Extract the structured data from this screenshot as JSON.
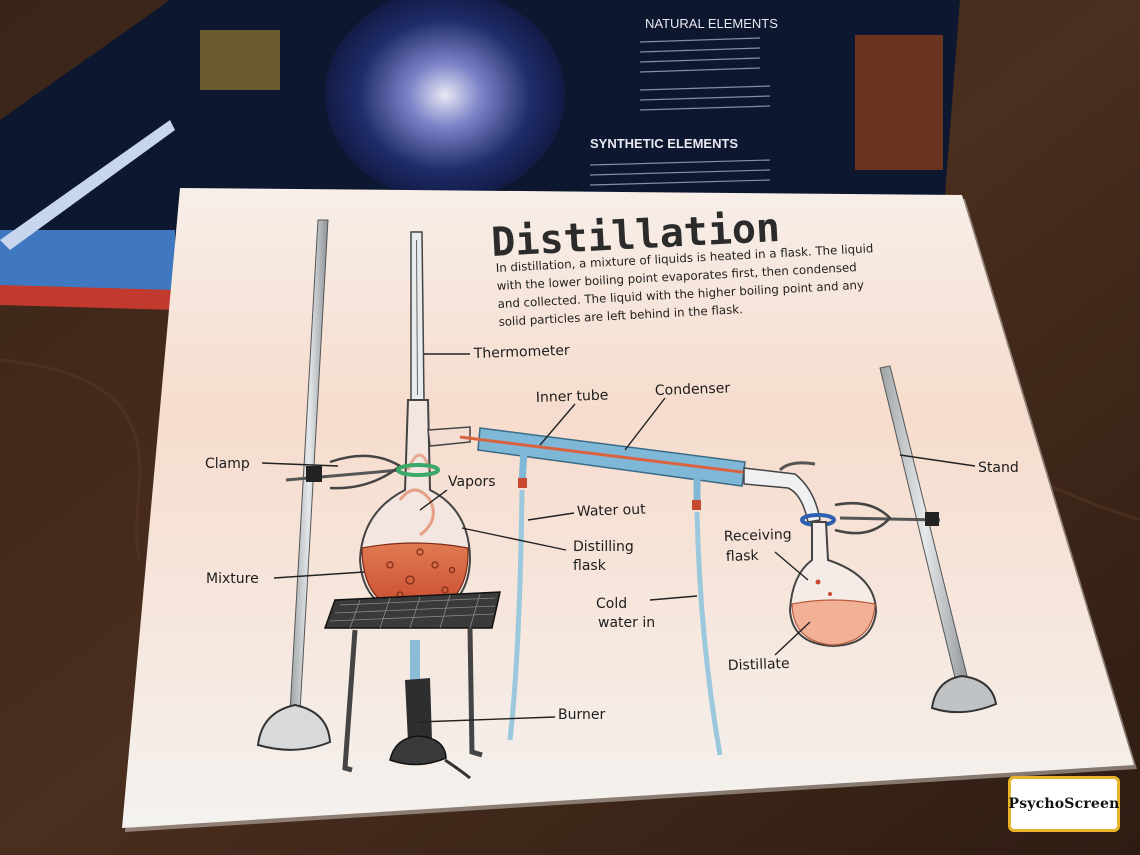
{
  "book": {
    "heading_natural": "NATURAL ELEMENTS",
    "heading_synthetic": "SYNTHETIC ELEMENTS"
  },
  "poster": {
    "title": "Distillation",
    "intro_lines": [
      "In distillation, a mixture of liquids is heated in a flask. The liquid",
      "with the lower boiling point evaporates first, then condensed",
      "and collected. The liquid with the higher boiling point and any",
      "solid particles are left behind in the flask."
    ],
    "labels": {
      "thermometer": "Thermometer",
      "inner_tube": "Inner tube",
      "condenser": "Condenser",
      "clamp": "Clamp",
      "vapors": "Vapors",
      "stand": "Stand",
      "water_out": "Water out",
      "distilling_1": "Distilling",
      "distilling_2": "flask",
      "receiving_1": "Receiving",
      "receiving_2": "flask",
      "mixture": "Mixture",
      "cold_1": "Cold",
      "cold_2": "water in",
      "distillate": "Distillate",
      "burner": "Burner"
    }
  },
  "watermark": {
    "text": "PsychoScreen"
  },
  "colors": {
    "liquid": "#d9633f",
    "glass_blue": "#7fb8d6",
    "tube_red": "#c84a2e",
    "table_top": "#3a3a3a"
  }
}
